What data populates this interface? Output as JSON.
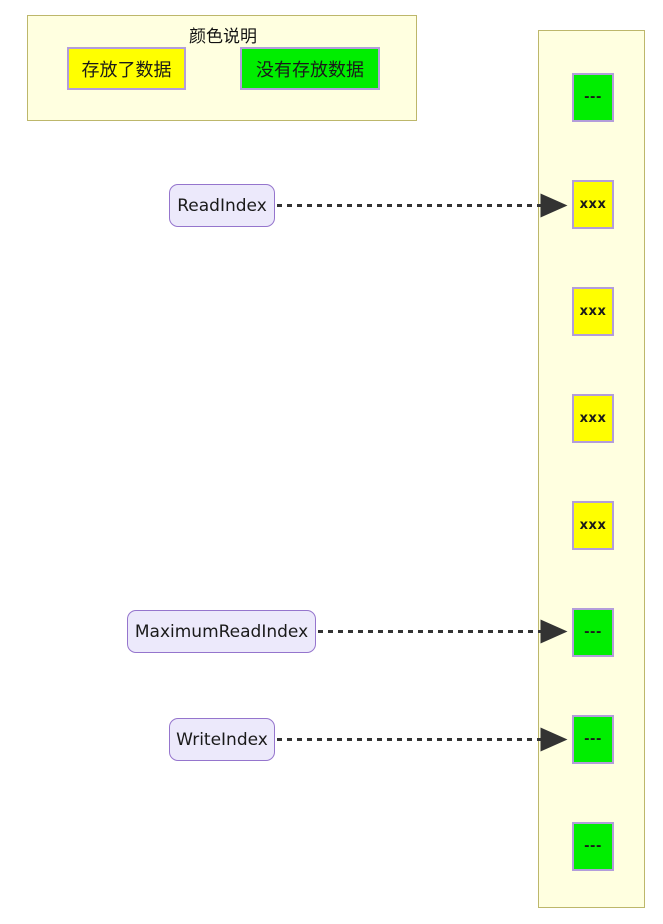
{
  "legend": {
    "title": "颜色说明",
    "items": [
      {
        "label": "存放了数据",
        "color": "#FFFF00",
        "meaning": "filled"
      },
      {
        "label": "没有存放数据",
        "color": "#00EE00",
        "meaning": "empty"
      }
    ],
    "panel_fill": "#FFFFE0",
    "panel_border": "#BDB76B"
  },
  "buffer": {
    "fill": "#FFFFE0",
    "border": "#BDB76B",
    "cell_border": "#B39DDB",
    "filled_color": "#FFFF00",
    "empty_color": "#00EE00",
    "cells": [
      {
        "text": "---",
        "state": "empty"
      },
      {
        "text": "xxx",
        "state": "filled"
      },
      {
        "text": "xxx",
        "state": "filled"
      },
      {
        "text": "xxx",
        "state": "filled"
      },
      {
        "text": "xxx",
        "state": "filled"
      },
      {
        "text": "---",
        "state": "empty"
      },
      {
        "text": "---",
        "state": "empty"
      },
      {
        "text": "---",
        "state": "empty"
      }
    ]
  },
  "pointers": [
    {
      "label": "ReadIndex",
      "target_cell": 1
    },
    {
      "label": "MaximumReadIndex",
      "target_cell": 5
    },
    {
      "label": "WriteIndex",
      "target_cell": 6
    }
  ],
  "connector": {
    "color": "#333333",
    "style": "dashed"
  }
}
